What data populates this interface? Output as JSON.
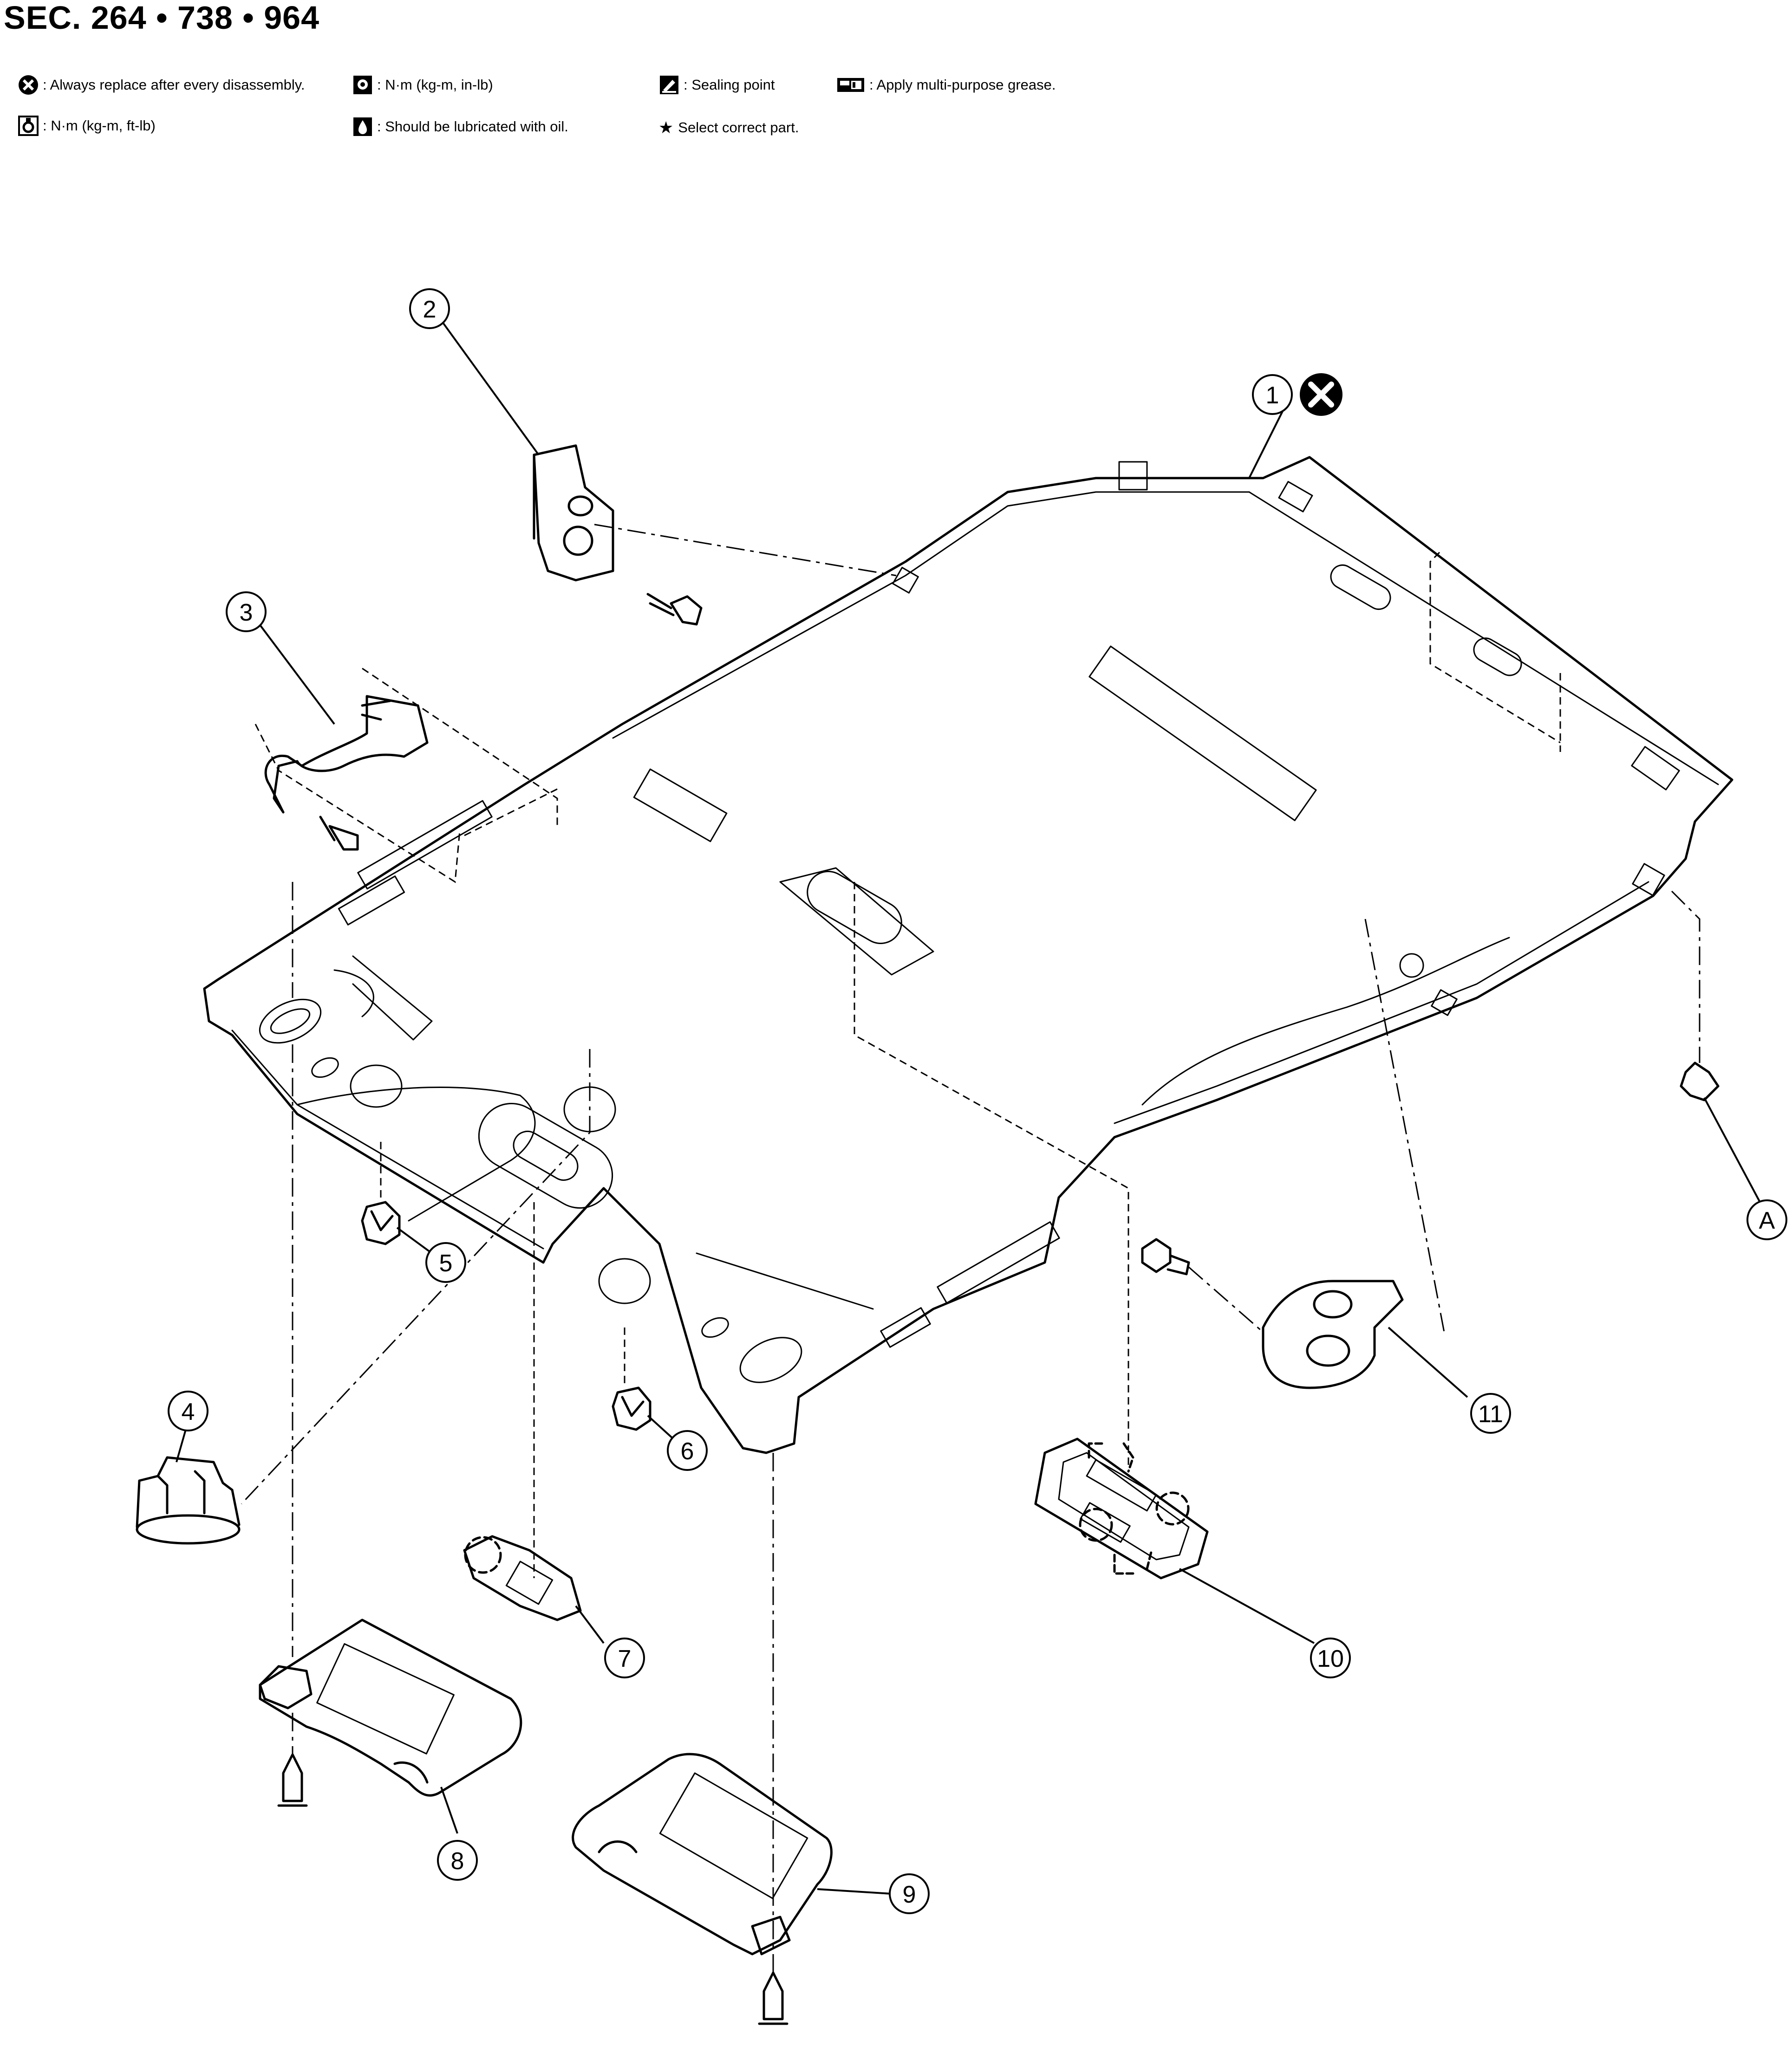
{
  "title": "SEC. 264 • 738 • 964",
  "legend": {
    "replace": ": Always replace after every disassembly.",
    "torque_in_lb": ": N·m (kg-m, in-lb)",
    "torque_ft_lb": ": N·m (kg-m, ft-lb)",
    "lubricate_oil": ": Should be lubricated with oil.",
    "sealing": ": Sealing point",
    "grease": ": Apply multi-purpose grease.",
    "select_part": "Select correct part.",
    "star": "★"
  },
  "callouts": {
    "c1": "1",
    "c2": "2",
    "c3": "3",
    "c4": "4",
    "c5": "5",
    "c6": "6",
    "c7": "7",
    "c8": "8",
    "c9": "9",
    "c10": "10",
    "c11": "11",
    "cA": "A"
  }
}
